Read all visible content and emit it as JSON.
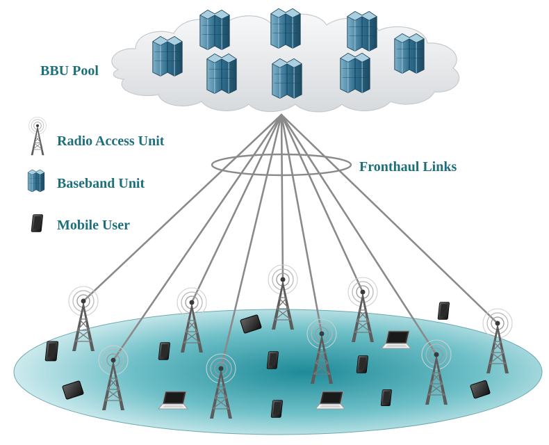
{
  "labels": {
    "pool": "BBU Pool",
    "fronthaul": "Fronthaul Links"
  },
  "legend": [
    {
      "icon": "radio-access-unit-icon",
      "label": "Radio Access Unit"
    },
    {
      "icon": "baseband-unit-icon",
      "label": "Baseband Unit"
    },
    {
      "icon": "mobile-user-icon",
      "label": "Mobile User"
    }
  ],
  "colors": {
    "label_teal": "#1d6f7c",
    "cloud_fill": "#eef0f2",
    "link_gray": "#8a8a8a",
    "ground_teal": "#2a8f9c",
    "server_blue": "#2f6e8e"
  }
}
